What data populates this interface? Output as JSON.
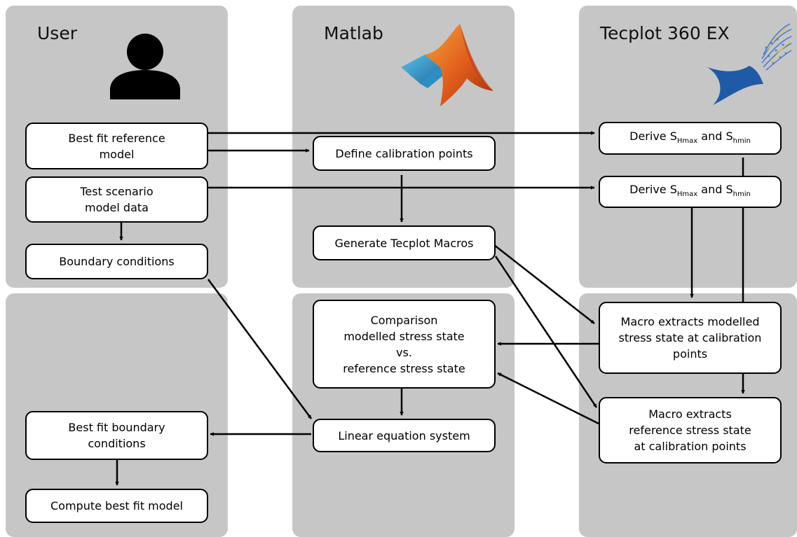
{
  "columns": {
    "user": {
      "title": "User"
    },
    "matlab": {
      "title": "Matlab"
    },
    "tecplot": {
      "title": "Tecplot 360 EX"
    }
  },
  "icons": {
    "user": "person-silhouette-icon",
    "matlab": "matlab-logo-icon",
    "tecplot": "tecplot-logo-icon"
  },
  "colors": {
    "panel": "#c6c6c6",
    "box_fill": "#ffffff",
    "box_border": "#000000",
    "arrow": "#000000",
    "matlab_blue": "#2a8fc4",
    "matlab_orange": "#e2601c",
    "tecplot_blue": "#1f5aa6"
  },
  "nodes": {
    "best_fit_reference_model": {
      "line1": "Best fit reference",
      "line2": "model"
    },
    "test_scenario_model_data": {
      "line1": "Test scenario",
      "line2": "model data"
    },
    "boundary_conditions": {
      "text": "Boundary conditions"
    },
    "best_fit_boundary_conditions": {
      "line1": "Best fit boundary",
      "line2": "conditions"
    },
    "compute_best_fit_model": {
      "text": "Compute best fit model"
    },
    "define_calibration_points": {
      "text": "Define calibration points"
    },
    "generate_tecplot_macros": {
      "text": "Generate Tecplot Macros"
    },
    "comparison": {
      "line1": "Comparison",
      "line2": "modelled stress state",
      "line3": "vs.",
      "line4": "reference stress state"
    },
    "linear_equation_system": {
      "text": "Linear equation system"
    },
    "derive_stress_1": {
      "prefix": "Derive S",
      "sub1": "Hmax",
      "mid": " and S",
      "sub2": "hmin"
    },
    "derive_stress_2": {
      "prefix": "Derive S",
      "sub1": "Hmax",
      "mid": " and S",
      "sub2": "hmin"
    },
    "macro_modelled": {
      "line1": "Macro extracts modelled",
      "line2": "stress state at calibration",
      "line3": "points"
    },
    "macro_reference": {
      "line1": "Macro extracts",
      "line2": "reference stress state",
      "line3": "at calibration points"
    }
  },
  "edges": [
    {
      "from": "best_fit_reference_model",
      "to": "derive_stress_1"
    },
    {
      "from": "best_fit_reference_model",
      "to": "define_calibration_points"
    },
    {
      "from": "test_scenario_model_data",
      "to": "derive_stress_2"
    },
    {
      "from": "test_scenario_model_data",
      "to": "boundary_conditions"
    },
    {
      "from": "define_calibration_points",
      "to": "generate_tecplot_macros"
    },
    {
      "from": "generate_tecplot_macros",
      "to": "macro_modelled"
    },
    {
      "from": "generate_tecplot_macros",
      "to": "macro_reference"
    },
    {
      "from": "derive_stress_1",
      "to": "macro_modelled"
    },
    {
      "from": "derive_stress_2",
      "to": "macro_modelled"
    },
    {
      "from": "macro_modelled",
      "to": "macro_reference"
    },
    {
      "from": "macro_modelled",
      "to": "comparison"
    },
    {
      "from": "macro_reference",
      "to": "comparison"
    },
    {
      "from": "comparison",
      "to": "linear_equation_system"
    },
    {
      "from": "boundary_conditions",
      "to": "linear_equation_system"
    },
    {
      "from": "linear_equation_system",
      "to": "best_fit_boundary_conditions"
    },
    {
      "from": "best_fit_boundary_conditions",
      "to": "compute_best_fit_model"
    }
  ]
}
